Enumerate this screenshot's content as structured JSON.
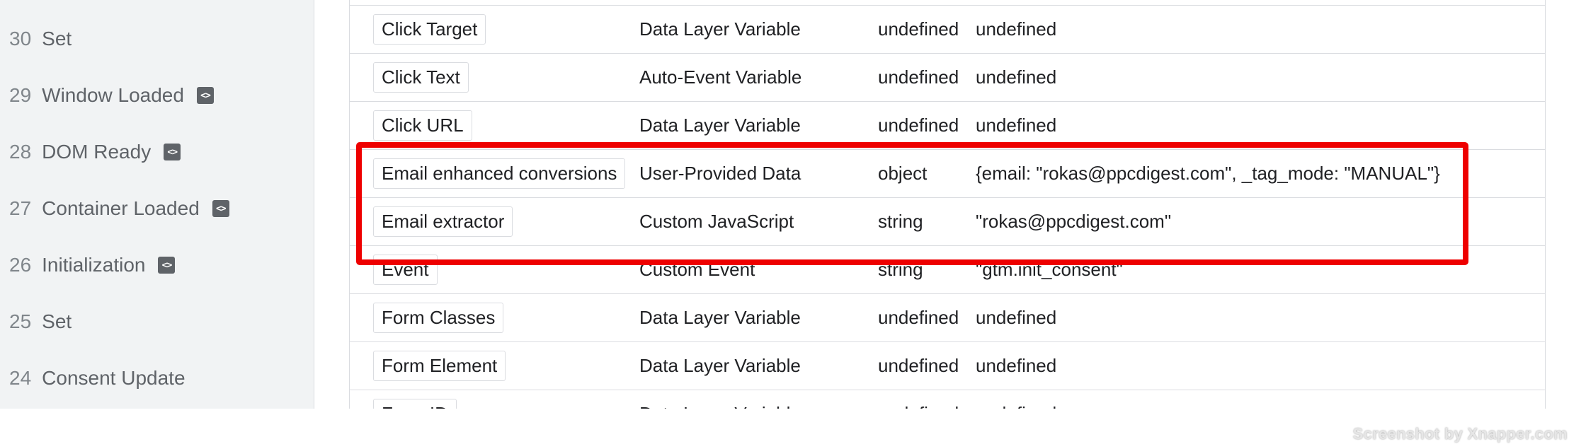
{
  "sidebar": {
    "events": [
      {
        "number": "30",
        "name": "Set",
        "has_code_icon": false
      },
      {
        "number": "29",
        "name": "Window Loaded",
        "has_code_icon": true
      },
      {
        "number": "28",
        "name": "DOM Ready",
        "has_code_icon": true
      },
      {
        "number": "27",
        "name": "Container Loaded",
        "has_code_icon": true
      },
      {
        "number": "26",
        "name": "Initialization",
        "has_code_icon": true
      },
      {
        "number": "25",
        "name": "Set",
        "has_code_icon": false
      },
      {
        "number": "24",
        "name": "Consent Update",
        "has_code_icon": false
      }
    ],
    "code_icon_glyph": "<>"
  },
  "variables_table": {
    "rows": [
      {
        "name": "Click Target",
        "type": "Data Layer Variable",
        "return_type": "undefined",
        "value": "undefined"
      },
      {
        "name": "Click Text",
        "type": "Auto-Event Variable",
        "return_type": "undefined",
        "value": "undefined"
      },
      {
        "name": "Click URL",
        "type": "Data Layer Variable",
        "return_type": "undefined",
        "value": "undefined"
      },
      {
        "name": "Email enhanced conversions",
        "type": "User-Provided Data",
        "return_type": "object",
        "value": "{email: \"rokas@ppcdigest.com\", _tag_mode: \"MANUAL\"}"
      },
      {
        "name": "Email extractor",
        "type": "Custom JavaScript",
        "return_type": "string",
        "value": "\"rokas@ppcdigest.com\""
      },
      {
        "name": "Event",
        "type": "Custom Event",
        "return_type": "string",
        "value": "\"gtm.init_consent\""
      },
      {
        "name": "Form Classes",
        "type": "Data Layer Variable",
        "return_type": "undefined",
        "value": "undefined"
      },
      {
        "name": "Form Element",
        "type": "Data Layer Variable",
        "return_type": "undefined",
        "value": "undefined"
      },
      {
        "name": "Form ID",
        "type": "Data Layer Variable",
        "return_type": "undefined",
        "value": "undefined"
      }
    ]
  },
  "highlight_color": "#ee0000",
  "watermark": "Screenshot by Xnapper.com"
}
